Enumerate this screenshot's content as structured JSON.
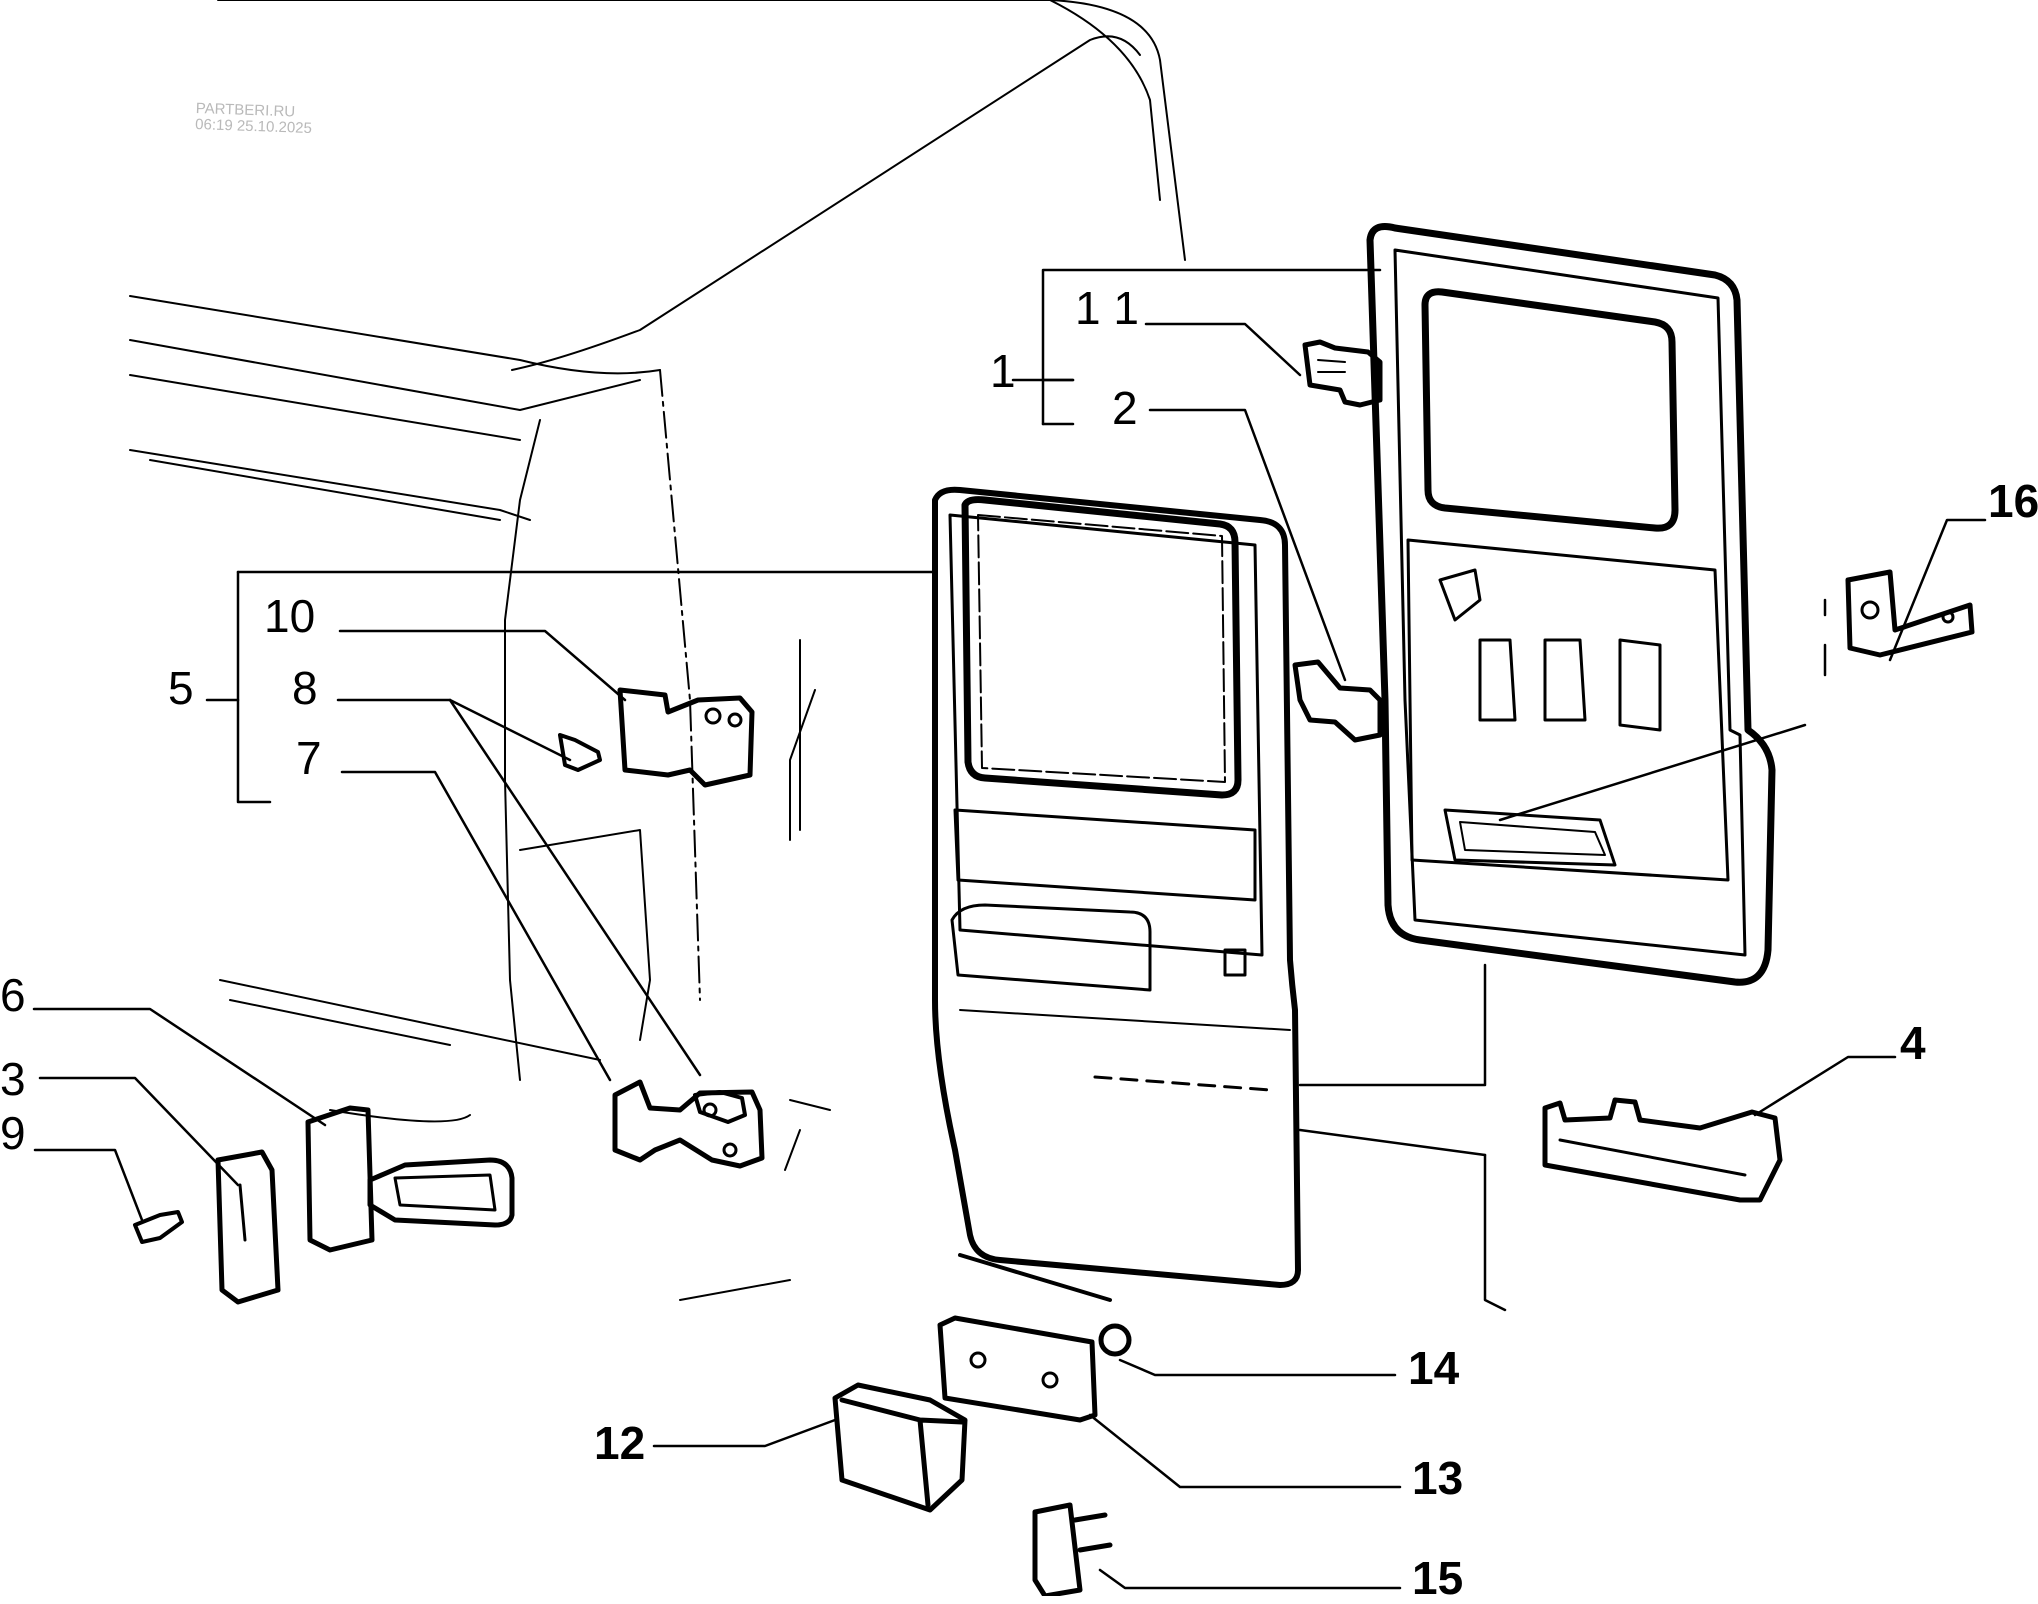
{
  "watermark": {
    "site": "PARTBERI.RU",
    "timestamp": "06:19 25.10.2025"
  },
  "diagram": {
    "type": "exploded-parts-diagram",
    "subject": "Van rear/side door with hinges, lock and stops",
    "colors": {
      "line": "#000000",
      "background": "#ffffff",
      "watermark": "#b9b9b9"
    },
    "callouts": [
      {
        "id": "1",
        "label": "1",
        "style": "regular",
        "part": "door-assembly-right"
      },
      {
        "id": "2",
        "label": "2",
        "style": "regular",
        "part": "lower-hinge-right"
      },
      {
        "id": "3",
        "label": "3",
        "style": "regular",
        "part": "hinge-plate"
      },
      {
        "id": "4",
        "label": "4",
        "style": "bold",
        "part": "door-check-strap"
      },
      {
        "id": "5",
        "label": "5",
        "style": "regular",
        "part": "door-assembly-left"
      },
      {
        "id": "6",
        "label": "6",
        "style": "regular",
        "part": "door-check-arm"
      },
      {
        "id": "7",
        "label": "7",
        "style": "regular",
        "part": "lower-hinge-left"
      },
      {
        "id": "8",
        "label": "8",
        "style": "regular",
        "part": "hinge-bolt"
      },
      {
        "id": "9",
        "label": "9",
        "style": "regular",
        "part": "screw"
      },
      {
        "id": "10",
        "label": "10",
        "style": "regular",
        "part": "upper-hinge-left"
      },
      {
        "id": "11",
        "label": "1 1",
        "style": "regular",
        "part": "upper-hinge-right"
      },
      {
        "id": "12",
        "label": "12",
        "style": "bold",
        "part": "rubber-bump-stop"
      },
      {
        "id": "13",
        "label": "13",
        "style": "bold",
        "part": "spacer-plate"
      },
      {
        "id": "14",
        "label": "14",
        "style": "bold",
        "part": "nut"
      },
      {
        "id": "15",
        "label": "15",
        "style": "bold",
        "part": "striker-plate"
      },
      {
        "id": "16",
        "label": "16",
        "style": "bold",
        "part": "bracket"
      }
    ]
  }
}
